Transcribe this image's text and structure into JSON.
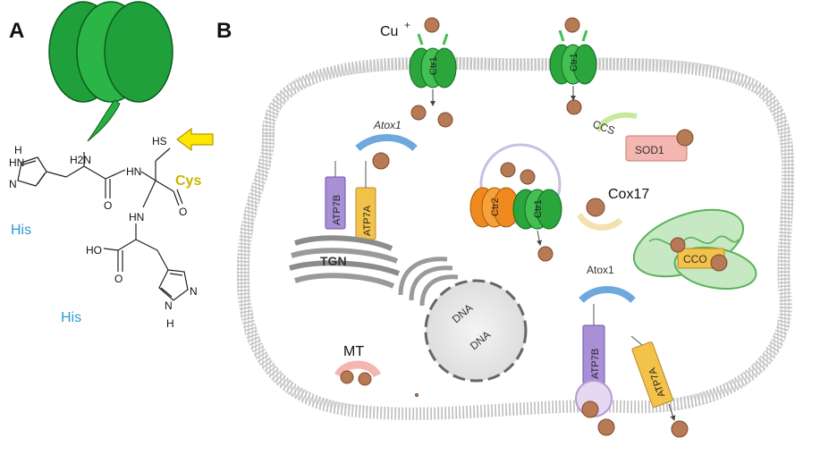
{
  "panel_a": {
    "label": "A",
    "atoms": {
      "h2n": "H2N",
      "hn1": "HN",
      "hn2": "HN",
      "n1": "N",
      "n2": "N",
      "h1": "H",
      "h2": "H",
      "o1": "O",
      "o2": "O",
      "o3": "O",
      "hs": "HS",
      "ho": "HO"
    },
    "residues": {
      "his_top": "His",
      "cys": "Cys",
      "his_bottom": "His"
    }
  },
  "panel_b": {
    "label": "B",
    "cu_label": "Cu",
    "cu_charge": "+",
    "labels": {
      "ctr1_left": "Ctr1",
      "ctr1_right": "Ctr1",
      "ccs": "CCS",
      "sod1": "SOD1",
      "atox1_left": "Atox1",
      "atp7b_left": "ATP7B",
      "atp7a_left": "ATP7A",
      "tgn": "TGN",
      "ctr2": "Ctr2",
      "ctr1_center": "Ctr1",
      "cox17": "Cox17",
      "cco": "CCO",
      "atox1_right": "Atox1",
      "atp7b_right": "ATP7B",
      "atp7a_right": "ATP7A",
      "mt": "MT",
      "nucleus_text_1": "DNA",
      "nucleus_text_2": "DNA"
    }
  },
  "colors": {
    "copper": "#b87a55",
    "ctr_green": "#3fb24a",
    "ctr2_orange": "#f08a1e",
    "atox1_blue": "#6fa8dc",
    "atp7b_purple": "#a98fd6",
    "atp7a_yellow": "#f2c24a",
    "sod1_pink": "#f3b6b0",
    "arrow_yellow": "#ffe600"
  }
}
